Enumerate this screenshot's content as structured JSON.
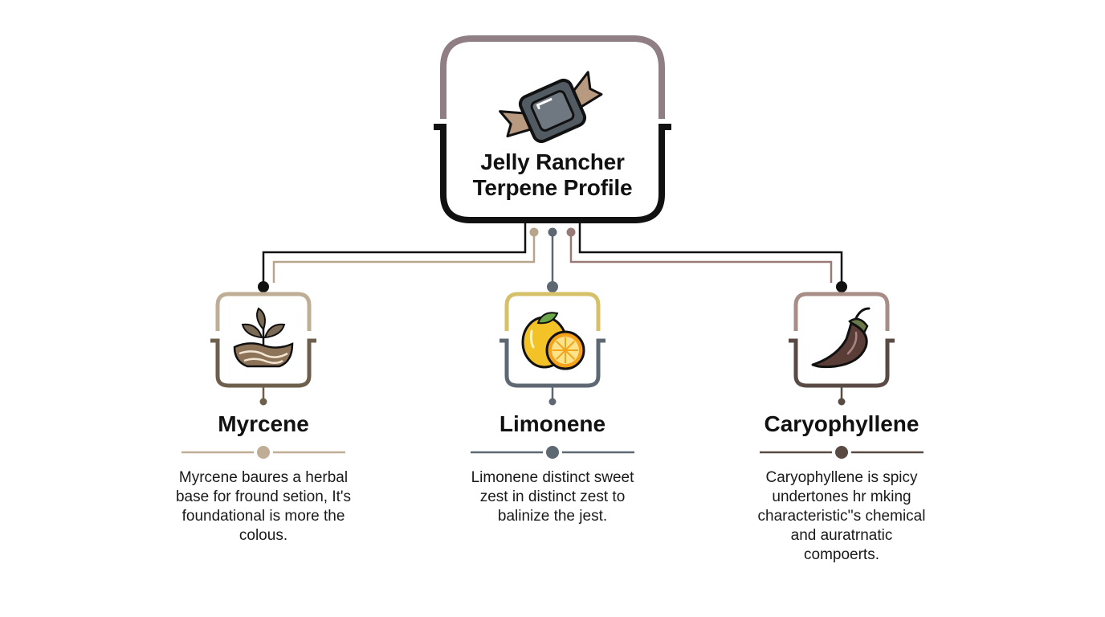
{
  "root": {
    "title_lines": [
      "Jelly Rancher",
      "Terpene Profile"
    ],
    "icon": "candy-icon"
  },
  "terpenes": [
    {
      "name": "Myrcene",
      "icon": "leaves-soil-icon",
      "accent": "#8a7a5c",
      "description_lines": [
        "Myrcene baures a herbal",
        "base for fround setion, It's",
        "foundational is more the",
        "colous."
      ]
    },
    {
      "name": "Limonene",
      "icon": "lemon-icon",
      "accent": "#5e6872",
      "description_lines": [
        "Limonene distinct sweet",
        "zest in distinct zest to",
        "balinize the jest."
      ]
    },
    {
      "name": "Caryophyllene",
      "icon": "pepper-icon",
      "accent": "#6b5750",
      "description_lines": [
        "Caryophyllene is spicy",
        "undertones hr mking",
        "characteristic''s chemical",
        "and auratrnatic",
        "compoerts."
      ]
    }
  ],
  "colors": {
    "frame_top": "#8f7e84",
    "frame_bottom": "#111111",
    "connector_dark": "#111111",
    "connector_tan": "#b7a58c",
    "connector_slate": "#5e6872",
    "connector_mauve": "#9a7a76"
  }
}
